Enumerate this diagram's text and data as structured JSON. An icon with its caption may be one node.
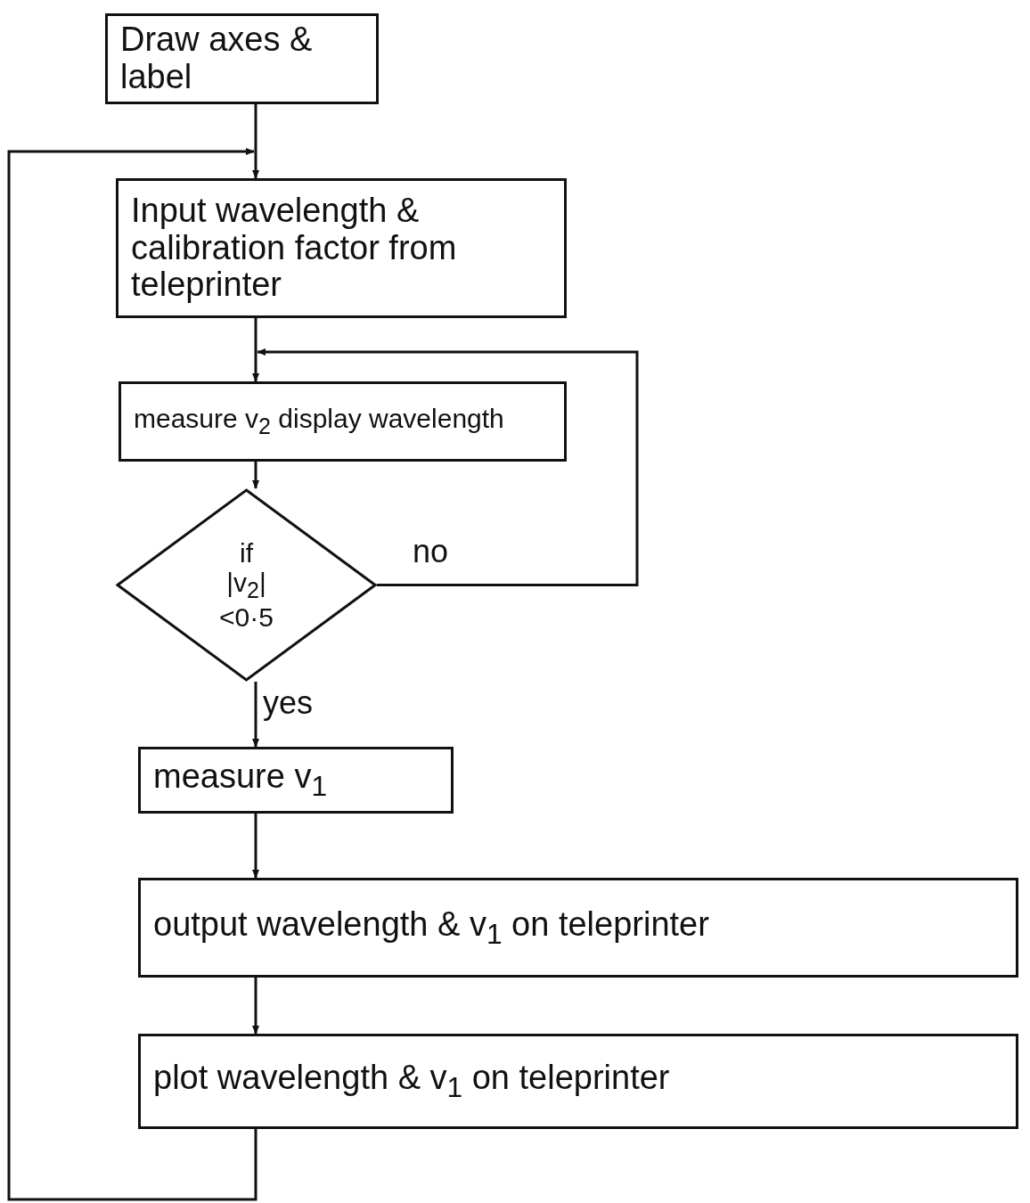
{
  "diagram": {
    "nodes": [
      {
        "text": [
          "Draw axes & label"
        ]
      },
      {
        "text": [
          "Input wavelength & calibration factor from teleprinter"
        ]
      },
      {
        "text": [
          "measure v$_{2}$ display wavelength"
        ]
      },
      {
        "text": [
          "if |v$_{2}$| <0·5"
        ]
      },
      {
        "text": [
          "measure v$_{1}$"
        ]
      },
      {
        "text": [
          "output wavelength & v$_{1}$ on teleprinter"
        ]
      },
      {
        "text": [
          "plot wavelength & v$_{1}$ on teleprinter"
        ]
      }
    ],
    "edges": [
      {
        "from": 0,
        "to": 1,
        "arrow": "to"
      },
      {
        "from": 1,
        "to": 2,
        "arrow": "to"
      },
      {
        "from": 2,
        "to": 3,
        "arrow": "to"
      },
      {
        "from": 3,
        "to": 2,
        "arrow": "to",
        "label": "no"
      },
      {
        "from": 3,
        "to": 4,
        "arrow": "to",
        "label": "yes"
      },
      {
        "from": 4,
        "to": 5,
        "arrow": "to"
      },
      {
        "from": 5,
        "to": 6,
        "arrow": "to"
      },
      {
        "from": 6,
        "to": 1,
        "arrow": "to"
      }
    ]
  }
}
